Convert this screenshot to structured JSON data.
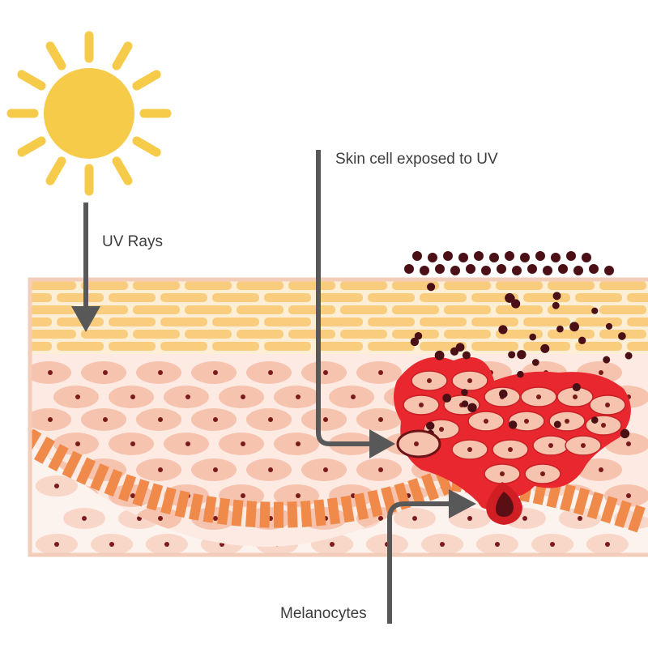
{
  "labels": {
    "uv_rays": "UV Rays",
    "skin_cell": "Skin cell exposed to UV",
    "melanocytes": "Melanocytes"
  },
  "colors": {
    "sun": "#F6CB4A",
    "stratum_corneum": "#F9CD7D",
    "stratum_bg": "#FDEFD5",
    "cell_fill": "#F6C3AE",
    "cell_bg": "#FCEAE3",
    "nucleus": "#7A1A1A",
    "basal_layer": "#F08A4B",
    "dermis": "#FDF3EE",
    "skin_border": "#F2CDBA",
    "affected": "#E8282E",
    "melanin": "#4A1016",
    "arrow": "#585858"
  },
  "icons": {
    "sun": "sun-icon",
    "arrow": "arrow-down-icon"
  }
}
